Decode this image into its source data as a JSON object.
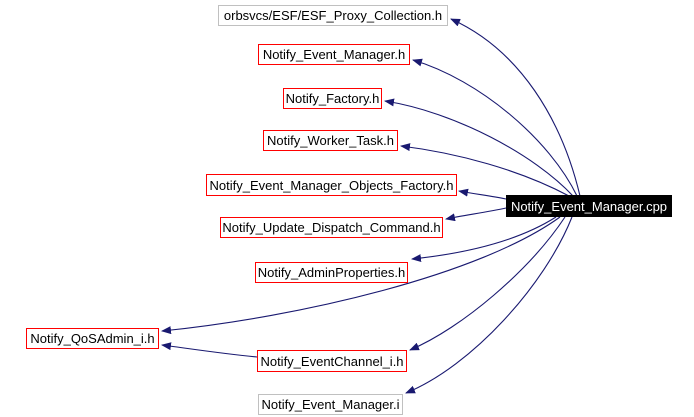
{
  "diagram": {
    "type": "include-dependency-graph",
    "main_node": {
      "id": "notify-event-manager-cpp",
      "label": "Notify_Event_Manager.cpp",
      "fill": "black",
      "text": "white"
    },
    "nodes": [
      {
        "id": "esf-proxy-collection-h",
        "label": "orbsvcs/ESF/ESF_Proxy_Collection.h",
        "border": "gray"
      },
      {
        "id": "notify-event-manager-h",
        "label": "Notify_Event_Manager.h",
        "border": "red"
      },
      {
        "id": "notify-factory-h",
        "label": "Notify_Factory.h",
        "border": "red"
      },
      {
        "id": "notify-worker-task-h",
        "label": "Notify_Worker_Task.h",
        "border": "red"
      },
      {
        "id": "notify-event-manager-objects-factory-h",
        "label": "Notify_Event_Manager_Objects_Factory.h",
        "border": "red"
      },
      {
        "id": "notify-update-dispatch-command-h",
        "label": "Notify_Update_Dispatch_Command.h",
        "border": "red"
      },
      {
        "id": "notify-adminproperties-h",
        "label": "Notify_AdminProperties.h",
        "border": "red"
      },
      {
        "id": "notify-qosadmin-i-h",
        "label": "Notify_QoSAdmin_i.h",
        "border": "red"
      },
      {
        "id": "notify-eventchannel-i-h",
        "label": "Notify_EventChannel_i.h",
        "border": "red"
      },
      {
        "id": "notify-event-manager-i",
        "label": "Notify_Event_Manager.i",
        "border": "gray"
      }
    ],
    "edges": [
      {
        "from": "Notify_Event_Manager.cpp",
        "to": "orbsvcs/ESF/ESF_Proxy_Collection.h"
      },
      {
        "from": "Notify_Event_Manager.cpp",
        "to": "Notify_Event_Manager.h"
      },
      {
        "from": "Notify_Event_Manager.cpp",
        "to": "Notify_Factory.h"
      },
      {
        "from": "Notify_Event_Manager.cpp",
        "to": "Notify_Worker_Task.h"
      },
      {
        "from": "Notify_Event_Manager.cpp",
        "to": "Notify_Event_Manager_Objects_Factory.h"
      },
      {
        "from": "Notify_Event_Manager.cpp",
        "to": "Notify_Update_Dispatch_Command.h"
      },
      {
        "from": "Notify_Event_Manager.cpp",
        "to": "Notify_AdminProperties.h"
      },
      {
        "from": "Notify_Event_Manager.cpp",
        "to": "Notify_QoSAdmin_i.h"
      },
      {
        "from": "Notify_Event_Manager.cpp",
        "to": "Notify_EventChannel_i.h"
      },
      {
        "from": "Notify_Event_Manager.cpp",
        "to": "Notify_Event_Manager.i"
      },
      {
        "from": "Notify_EventChannel_i.h",
        "to": "Notify_QoSAdmin_i.h"
      }
    ],
    "colors": {
      "edge_color": "#191970",
      "highlight_border": "#ff0000",
      "default_border": "#c0c0c0",
      "main_fill": "#000000",
      "main_text": "#ffffff",
      "node_fill": "#ffffff",
      "background": "#ffffff"
    }
  }
}
